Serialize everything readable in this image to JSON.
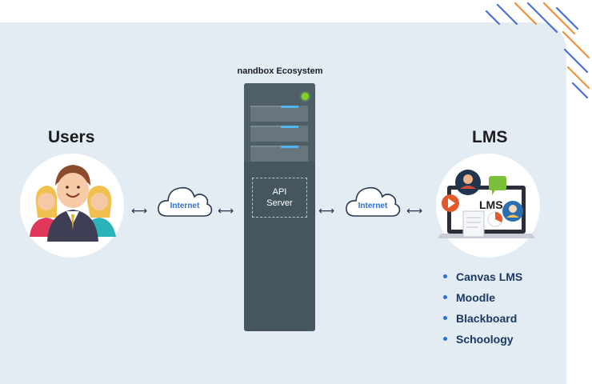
{
  "diagram": {
    "users_title": "Users",
    "lms_title": "LMS",
    "ecosystem_title": "nandbox Ecosystem",
    "api_server": {
      "line1": "API",
      "line2": "Server"
    },
    "internet_left": "Internet",
    "internet_right": "Internet",
    "lms_screen_label": "LMS",
    "lms_list": [
      "Canvas LMS",
      "Moodle",
      "Blackboard",
      "Schoology"
    ]
  },
  "icons": {
    "users": "users-group-icon",
    "lms": "lms-laptop-icon",
    "cloud": "cloud-icon",
    "server": "server-rack-icon",
    "arrow": "double-arrow-icon"
  },
  "colors": {
    "panel_bg": "#e3ebf3",
    "server": "#46565f",
    "accent_blue": "#2f6fd0",
    "list_text": "#1a3a63",
    "deco_orange": "#f0903c",
    "deco_blue": "#4a6fd8"
  }
}
